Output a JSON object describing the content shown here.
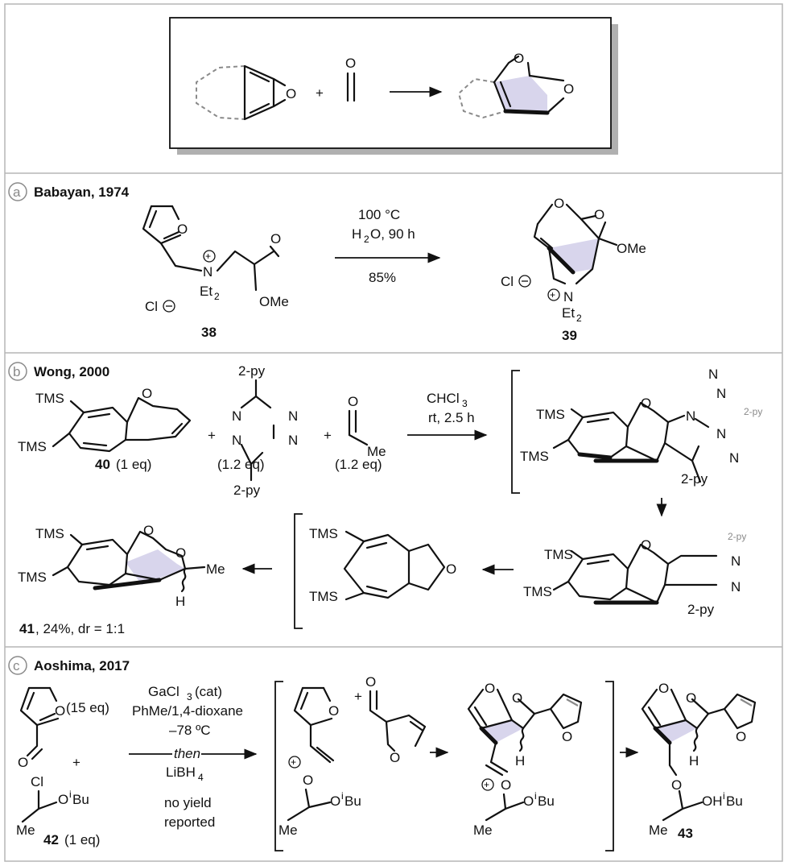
{
  "header_box": {
    "plus": "+"
  },
  "sections": {
    "a": {
      "letter": "a",
      "title": "Babayan, 1974",
      "sm_anion": "Cl",
      "sm_ome": "OMe",
      "sm_n": "N",
      "sm_et2": "Et",
      "cond_temp": "100 °C",
      "cond_solvent": "H",
      "cond_time": "O, 90 h",
      "yield": "85%",
      "product_anion": "Cl",
      "product_ome": "OMe",
      "product_n": "N",
      "product_et2": "Et",
      "sm_id": "38",
      "product_id": "39"
    },
    "b": {
      "letter": "b",
      "title": "Wong, 2000",
      "reagent_40_label": "40",
      "reagent_40_eq": "(1 eq)",
      "tetrazine_eq": "(1.2 eq)",
      "aldehyde_eq": "(1.2 eq)",
      "aldehyde_me": "Me",
      "py": "2-py",
      "cond_solvent": "CHCl",
      "cond_time": "rt, 2.5 h",
      "product_id": "41",
      "product_info": ", 24%, dr = 1:1",
      "product_me": "Me",
      "product_h": "H",
      "tms": "TMS",
      "plus": "+"
    },
    "c": {
      "letter": "c",
      "title": "Aoshima, 2017",
      "furfural_eq": "(15 eq)",
      "cl": "Cl",
      "oibu": "O",
      "ibu_i": "i",
      "ibu_bu": "Bu",
      "me": "Me",
      "reagent_42_id": "42",
      "reagent_42_eq": "(1 eq)",
      "cond_1": "GaCl",
      "cond_2": "(cat)",
      "cond_3": "PhMe/1,4-dioxane",
      "cond_4": "–78 ºC",
      "cond_5": "then",
      "cond_6": "LiBH",
      "cond_7": "no yield",
      "cond_8": "reported",
      "product_id": "43",
      "product_oh": "OH",
      "h": "H",
      "plus": "+"
    }
  },
  "atoms": {
    "O": "O",
    "N": "N",
    "sub2": "2",
    "sub3": "3",
    "sub4": "4"
  }
}
